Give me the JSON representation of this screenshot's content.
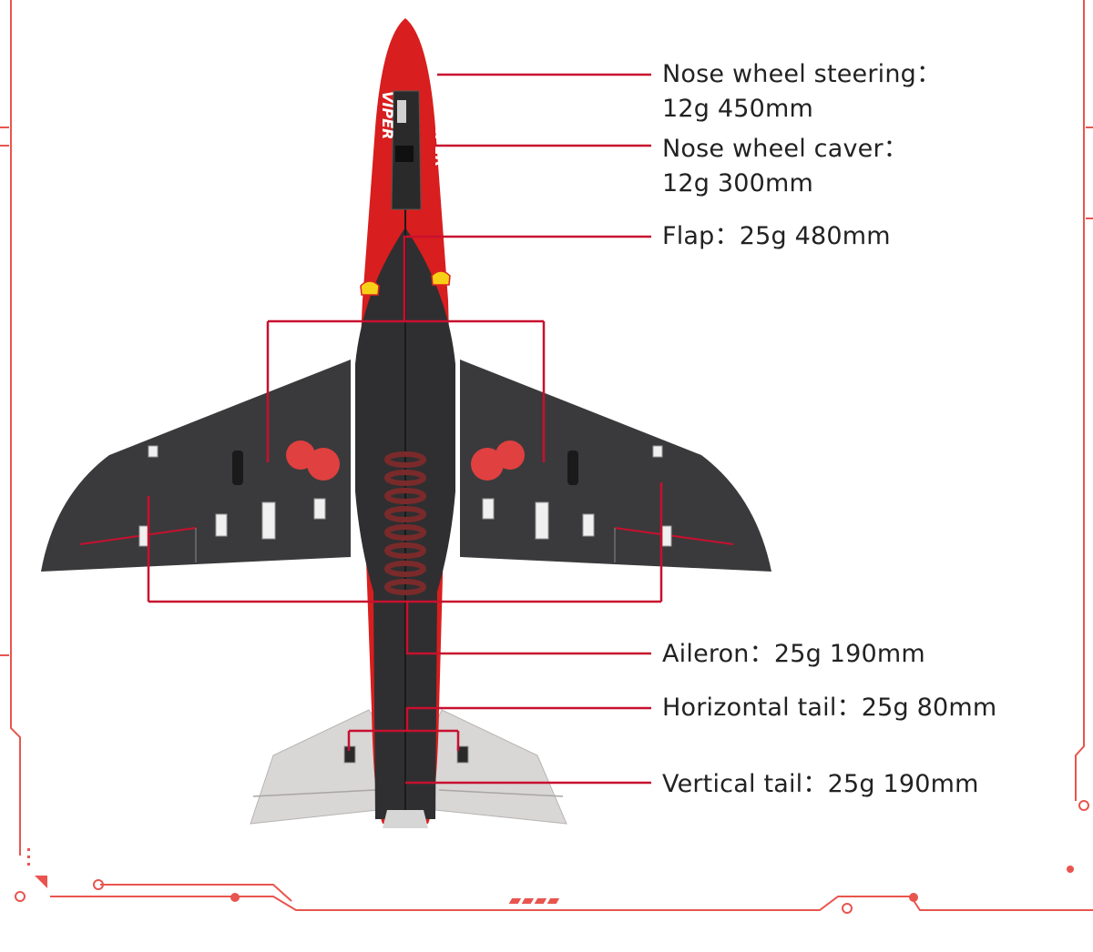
{
  "callouts": {
    "nose_wheel_steering": {
      "line1": "Nose wheel steering：",
      "line2": "12g  450mm"
    },
    "nose_wheel_caver": {
      "line1": "Nose wheel caver：",
      "line2": "12g  300mm"
    },
    "flap": {
      "line1": "Flap：25g  480mm"
    },
    "aileron": {
      "line1": "Aileron：25g  190mm"
    },
    "horizontal_tail": {
      "line1": "Horizontal tail：25g  80mm"
    },
    "vertical_tail": {
      "line1": "Vertical tail：25g  190mm"
    }
  },
  "aircraft": {
    "fuselage_markings": [
      "VIPER",
      "VIPER"
    ]
  },
  "colors": {
    "leader_line": "#c8102e",
    "frame": "#e8554e",
    "wing": "#3a3a3c",
    "fuselage_red": "#d81e1e",
    "tailplane": "#d9d6d6",
    "servo_pad": "#e04040"
  },
  "icons": {
    "frame_decoration": "circuit-frame",
    "shell_logo": "shell-logo-icon"
  }
}
